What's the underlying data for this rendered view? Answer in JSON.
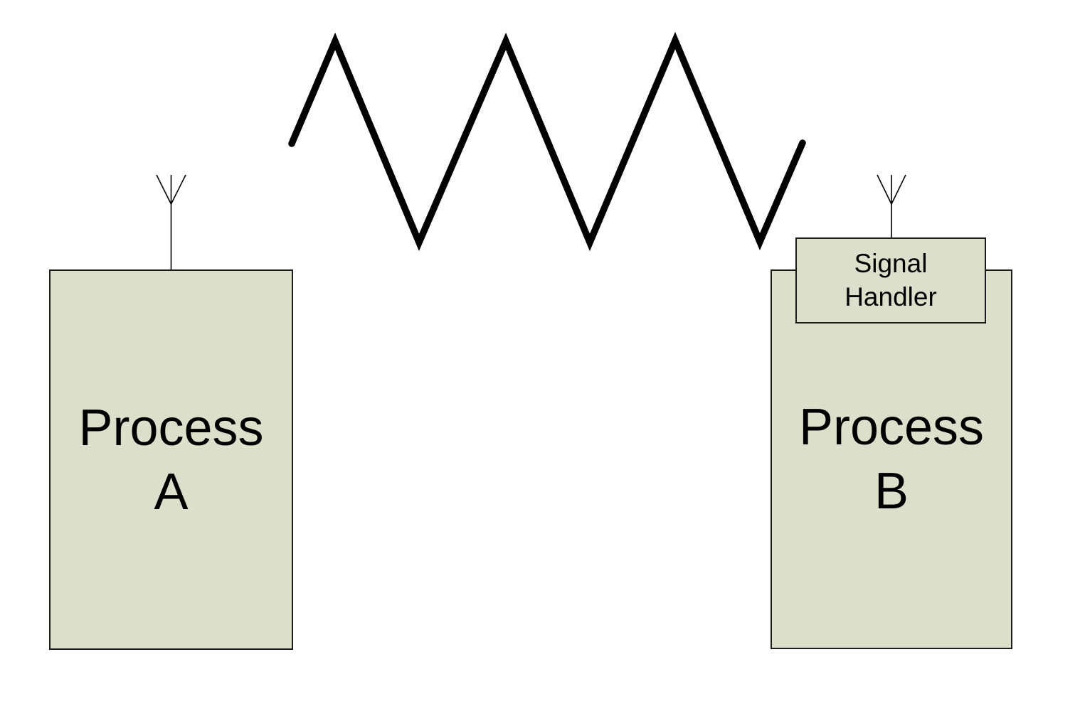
{
  "diagram": {
    "process_a": {
      "line1": "Process",
      "line2": "A"
    },
    "process_b": {
      "line1": "Process",
      "line2": "B"
    },
    "signal_handler": {
      "line1": "Signal",
      "line2": "Handler"
    },
    "colors": {
      "background": "#ffffff",
      "box_fill": "#dce0cb",
      "box_border": "#1c1c1c",
      "wave_stroke": "#000000",
      "text": "#000000"
    }
  }
}
